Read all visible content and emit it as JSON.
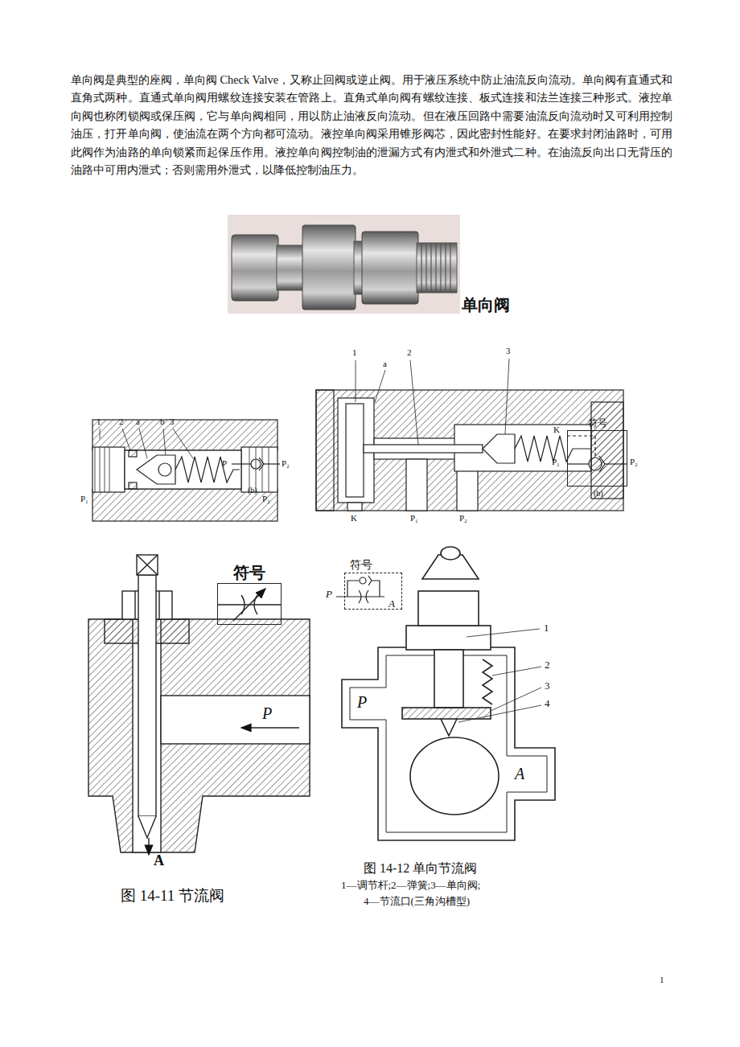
{
  "diagram": {
    "nodes": [
      {
        "text": [
          "符号"
        ]
      },
      {
        "text": [
          "符号"
        ]
      },
      {
        "text": [
          "符号"
        ]
      }
    ],
    "labels": [
      "单向阀是典型的座阀，单向阀 Check Valve，又称止回阀或逆止阀。用于液压系统中防止油流反向流动。单向阀有直通式和直角式两种。直通式单向阀用螺纹连接安装在管路上。直角式单向阀有螺纹连接、板式连接和法兰连接三种形式。液控单向阀也称闭锁阀或保压阀，它与单向阀相同，用以防止油液反向流动。但在液压回路中需要油流反向流动时又可利用控制油压，打开单向阀，使油流在两个方向都可流动。液控单向阀采用锥形阀芯，因此密封性能好。在要求封闭油路时，可用此阀作为油路的单向锁紧而起保压作用。液控单向阀控制油的泄漏方式有内泄式和外泄式二种。在油流反向出口无背压的油路中可用内泄式；否则需用外泄式，以降低控制油压力。",
      "单向阀",
      "1",
      "2",
      "a",
      "b",
      "3",
      "P₁",
      "P₂",
      "P",
      "P₂",
      "(b)",
      "1",
      "2",
      "3",
      "a",
      "K",
      "P₁",
      "P₂",
      "K",
      "P₁",
      "P₂",
      "(b)",
      "P",
      "A",
      "图 14-11  节流阀",
      "P",
      "A",
      "1",
      "2",
      "3",
      "4",
      "P",
      "A",
      "图 14-12  单向节流阀",
      "1—调节杆;2—弹簧;3—单向阀;",
      "4—节流口(三角沟槽型)",
      "1"
    ]
  }
}
